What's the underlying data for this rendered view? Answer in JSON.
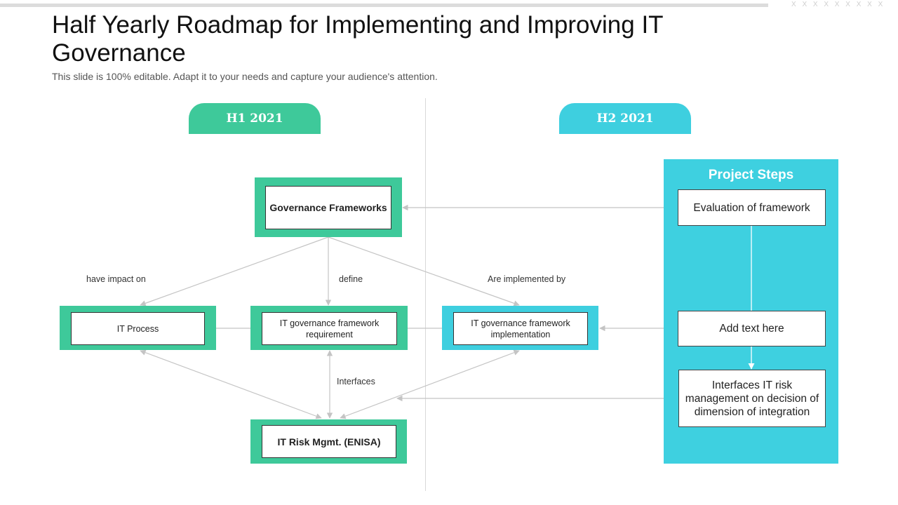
{
  "header": {
    "title": "Half Yearly Roadmap for Implementing and Improving IT Governance",
    "subtitle": "This slide is 100% editable. Adapt it to your needs and capture your audience's attention.",
    "corner_marks": "X X X X X X X X X"
  },
  "timeline": {
    "h1_label": "H1 2021",
    "h2_label": "H2 2021"
  },
  "nodes": {
    "governance_frameworks": "Governance Frameworks",
    "it_process": "IT Process",
    "framework_requirement": "IT governance framework requirement",
    "framework_implementation": "IT governance  framework implementation",
    "risk_mgmt": "IT Risk Mgmt. (ENISA)"
  },
  "edge_labels": {
    "impact": "have  impact on",
    "define": "define",
    "implemented": "Are implemented  by",
    "interfaces": "Interfaces"
  },
  "project_steps": {
    "title": "Project Steps",
    "step1": "Evaluation of framework",
    "step2": "Add text here",
    "step3": "Interfaces IT risk management on decision of dimension of integration"
  },
  "colors": {
    "green": "#3ec99a",
    "cyan": "#3ecfdf",
    "arrow": "#c4c4c4"
  }
}
